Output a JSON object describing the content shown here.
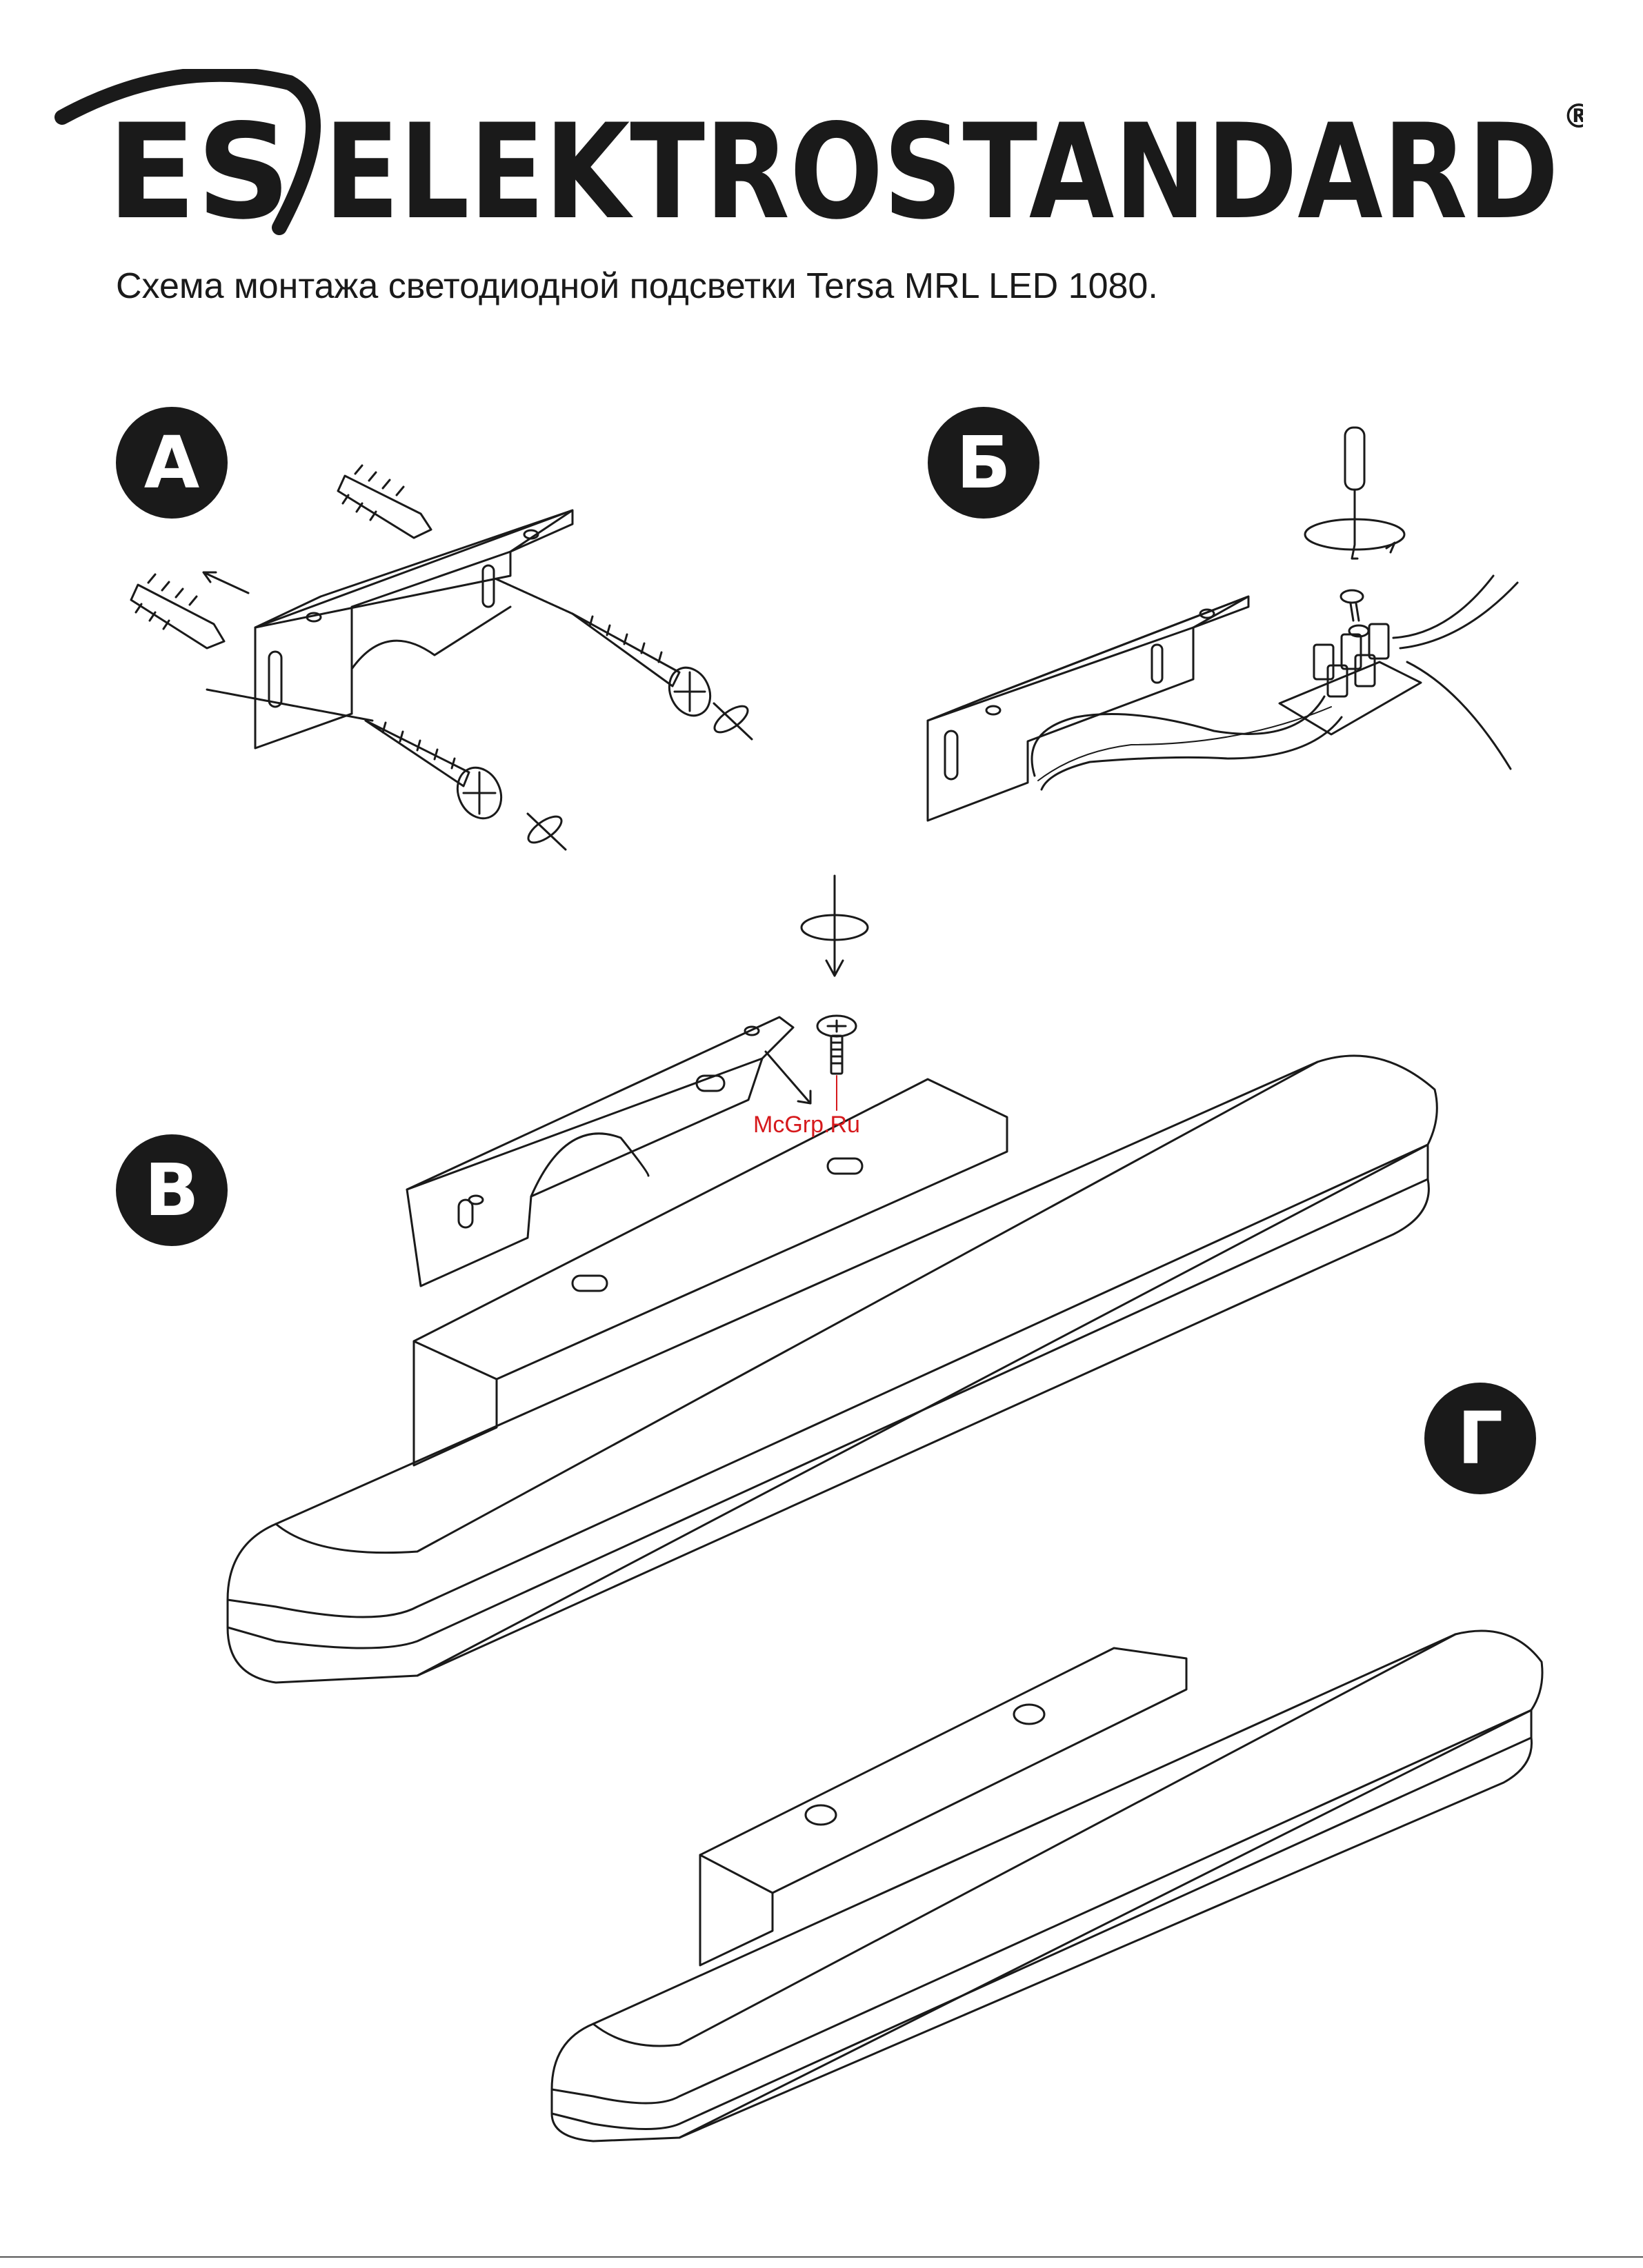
{
  "header": {
    "logo_mark": "ES",
    "brand_name": "ELEKTROSTANDARD",
    "registered_mark": "®",
    "title": "Схема монтажа светодиодной подсветки Tersa MRL LED 1080."
  },
  "steps": [
    {
      "label": "А"
    },
    {
      "label": "Б"
    },
    {
      "label": "В"
    },
    {
      "label": "Г"
    }
  ],
  "watermark": "McGrp.Ru",
  "colors": {
    "ink": "#1a1a1a",
    "paper": "#ffffff",
    "watermark": "#d6191c"
  }
}
